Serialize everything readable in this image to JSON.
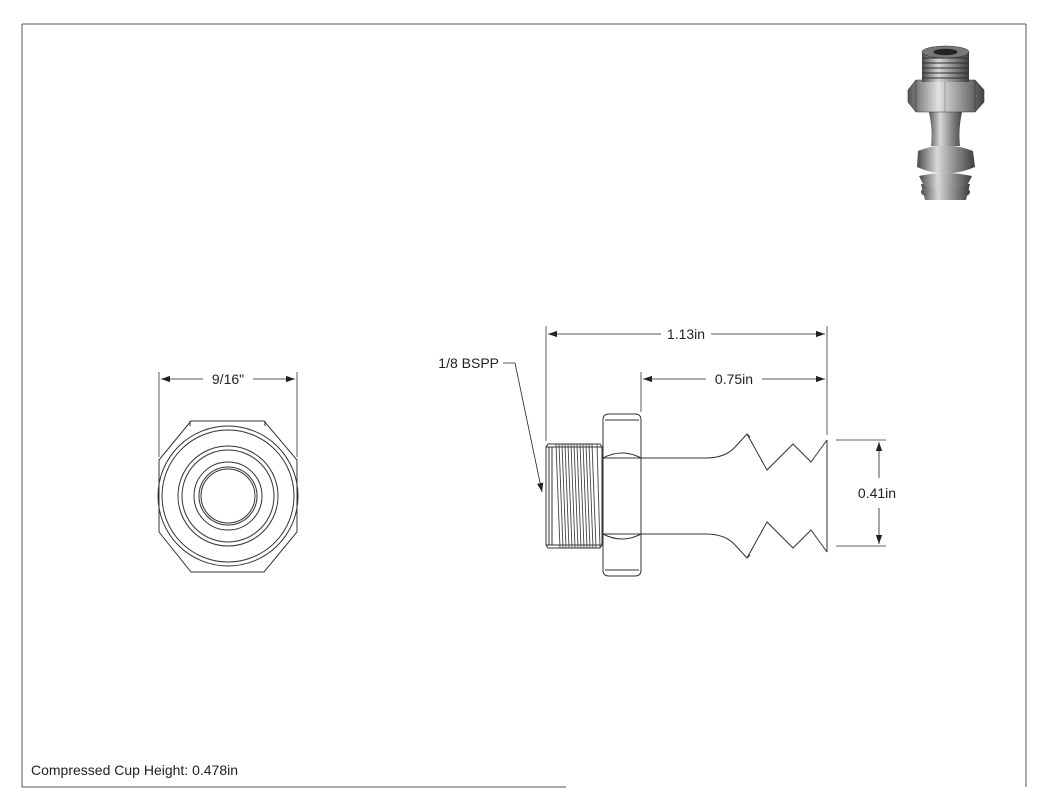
{
  "dimensions": {
    "front_width": "9/16\"",
    "overall_length": "1.13in",
    "cup_length": "0.75in",
    "cup_diameter": "0.41in"
  },
  "callouts": {
    "thread": "1/8 BSPP"
  },
  "notes": {
    "compressed_height": "Compressed Cup Height: 0.478in"
  },
  "colors": {
    "line": "#333333",
    "border": "#555555",
    "shade_dark": "#5c5c5c",
    "shade_light": "#d0d0d0"
  }
}
